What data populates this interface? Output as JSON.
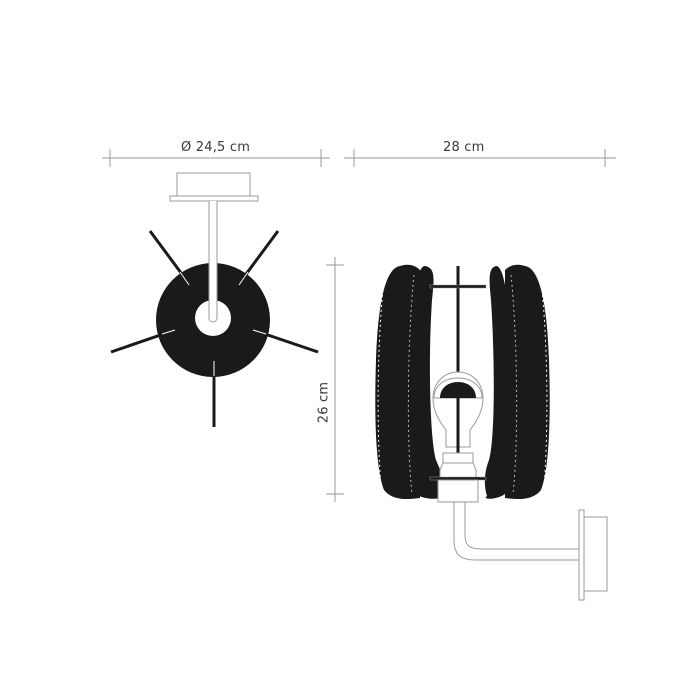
{
  "diagram": {
    "title": "Wall lamp dimension drawing",
    "views": [
      {
        "name": "top-view",
        "description": "Top view: round black shade with radial ribs, wall mount plate and arm"
      },
      {
        "name": "side-view",
        "description": "Side view: black ribbed shade with light bulb, L-shaped arm and wall plate"
      }
    ],
    "dimensions": {
      "diameter": {
        "label": "Ø 24,5 cm",
        "value": 24.5,
        "unit": "cm"
      },
      "width": {
        "label": "28 cm",
        "value": 28,
        "unit": "cm"
      },
      "height": {
        "label": "26 cm",
        "value": 26,
        "unit": "cm"
      }
    },
    "colors": {
      "shade": "#1a1a1a",
      "outline": "#9a9a9a",
      "dimension_line": "#9a9a9a",
      "text": "#3a3a3a",
      "background": "#ffffff"
    }
  }
}
